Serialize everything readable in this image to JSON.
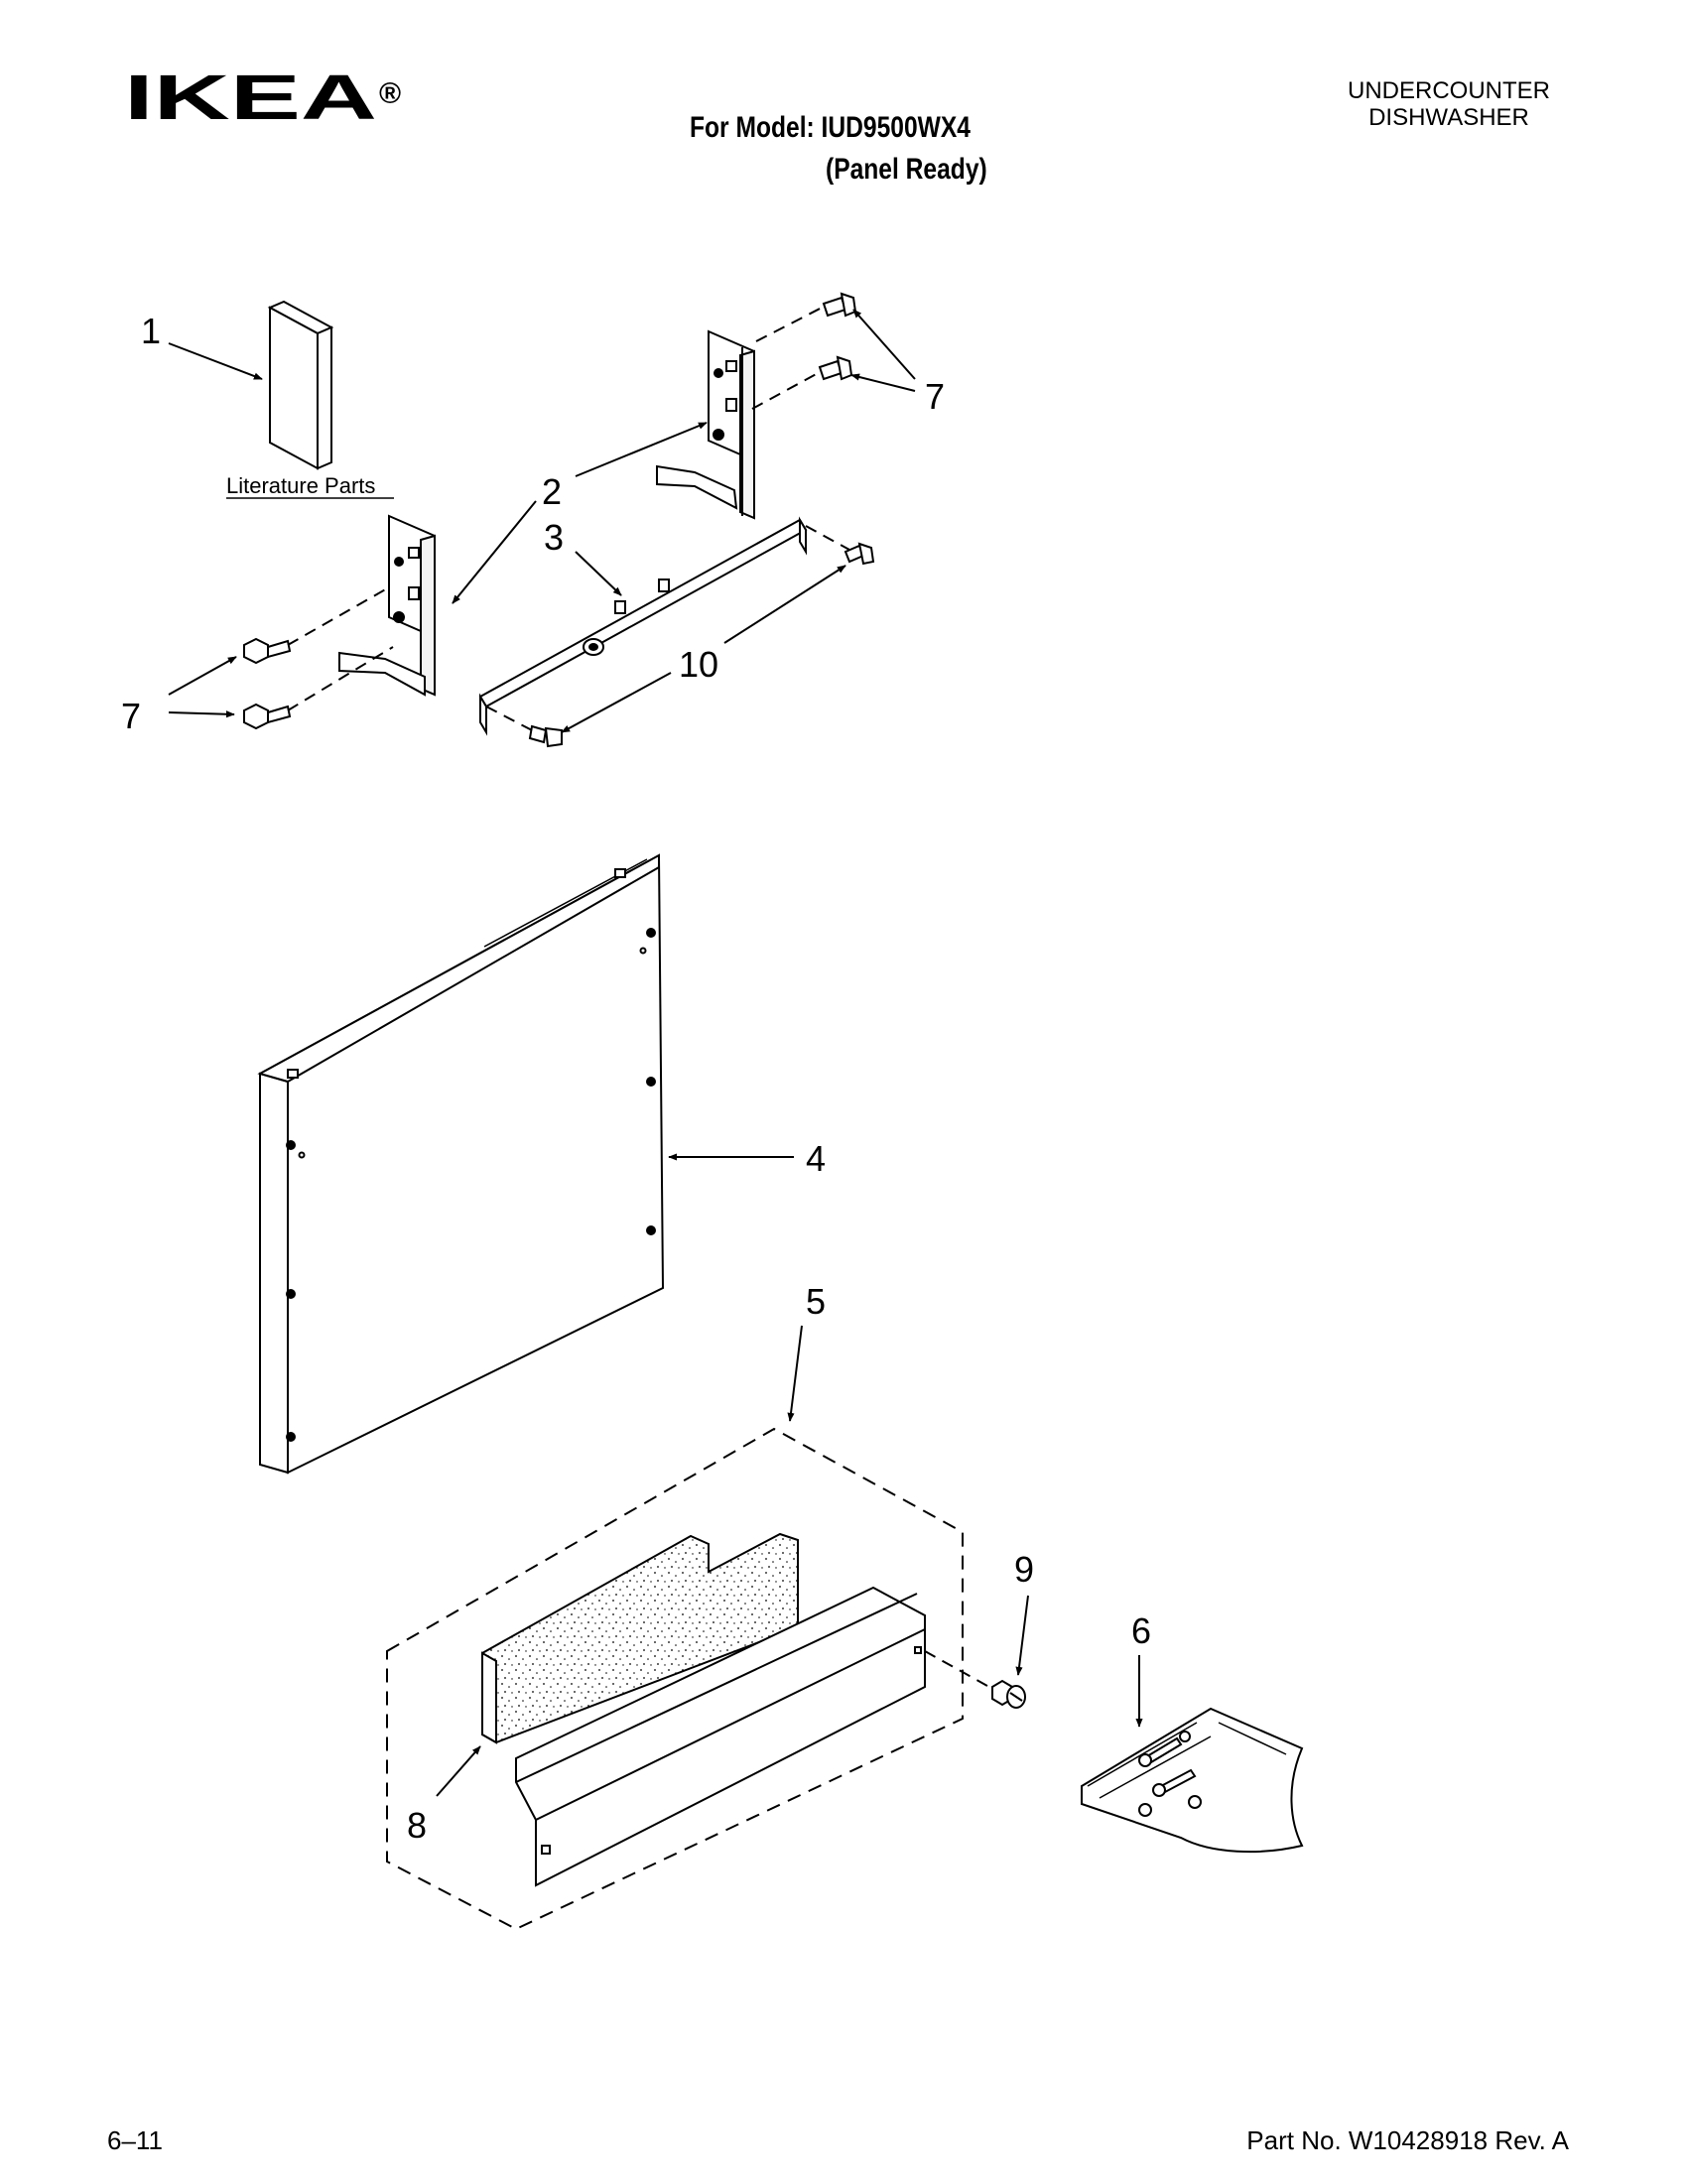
{
  "header": {
    "logo_text": "IKEA",
    "registered_mark": "®",
    "model_line": "For Model: IUD9500WX4",
    "variant_line": "(Panel Ready)",
    "category_line1": "UNDERCOUNTER",
    "category_line2": "DISHWASHER"
  },
  "diagram": {
    "literature_label": "Literature Parts",
    "callouts": {
      "c1": "1",
      "c2": "2",
      "c3": "3",
      "c4": "4",
      "c5": "5",
      "c6": "6",
      "c7a": "7",
      "c7b": "7",
      "c8": "8",
      "c9": "9",
      "c10": "10"
    }
  },
  "footer": {
    "date_code": "6–11",
    "part_number": "Part No. W10428918 Rev. A"
  }
}
